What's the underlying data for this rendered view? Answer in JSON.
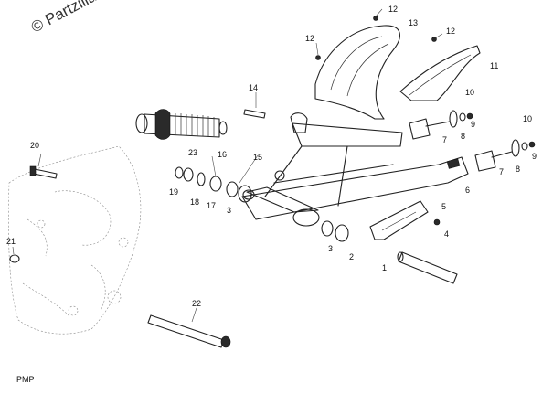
{
  "watermark": "© Partzilla",
  "footer_mark": "PMP",
  "callouts": [
    "12",
    "13",
    "12",
    "12",
    "11",
    "14",
    "10",
    "10",
    "9",
    "9",
    "8",
    "8",
    "7",
    "7",
    "6",
    "5",
    "4",
    "1",
    "2",
    "3",
    "3",
    "17",
    "18",
    "19",
    "23",
    "16",
    "15",
    "20",
    "21",
    "22"
  ]
}
